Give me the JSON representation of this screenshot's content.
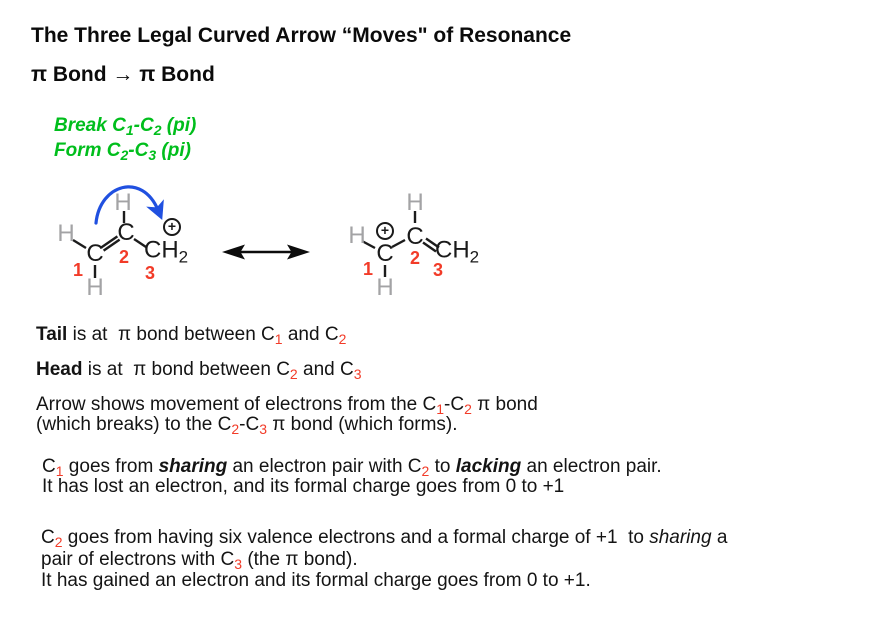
{
  "title": "The Three Legal Curved Arrow “Moves\" of Resonance",
  "subtitle": "π Bond → π Bond",
  "colors": {
    "green": "#00be1c",
    "red": "#f23b28",
    "blue": "#2050e0",
    "gray": "#a3a3a5",
    "black": "#1a1a1a"
  },
  "notes": {
    "break_line": [
      {
        "t": "Break C"
      },
      {
        "t": "1",
        "s": "sub"
      },
      {
        "t": "-C"
      },
      {
        "t": "2",
        "s": "sub"
      },
      {
        "t": " (pi)"
      }
    ],
    "form_line": [
      {
        "t": "Form C"
      },
      {
        "t": "2",
        "s": "sub"
      },
      {
        "t": "-C"
      },
      {
        "t": "3",
        "s": "sub"
      },
      {
        "t": " (pi)"
      }
    ]
  },
  "molecules": {
    "left": {
      "h_left": "H",
      "h_top": "H",
      "h_bottom": "H",
      "c1": "C",
      "c2": "C",
      "c3": "CH",
      "c3_sub": "2",
      "charge": "+",
      "num1": "1",
      "num2": "2",
      "num3": "3"
    },
    "right": {
      "h_left": "H",
      "h_top": "H",
      "h_bottom": "H",
      "c1": "C",
      "c2": "C",
      "c3": "CH",
      "c3_sub": "2",
      "charge": "+",
      "num1": "1",
      "num2": "2",
      "num3": "3"
    }
  },
  "body": {
    "tail_line": [
      {
        "t": "Tail",
        "s": "b"
      },
      {
        "t": " is at  π bond between C"
      },
      {
        "t": "1",
        "s": "rsub"
      },
      {
        "t": " and C"
      },
      {
        "t": "2",
        "s": "rsub"
      }
    ],
    "head_line": [
      {
        "t": "Head",
        "s": "b"
      },
      {
        "t": " is at  π bond between C"
      },
      {
        "t": "2",
        "s": "rsub"
      },
      {
        "t": " and C"
      },
      {
        "t": "3",
        "s": "rsub"
      }
    ],
    "arrow_para": [
      [
        {
          "t": "Arrow shows movement of electrons from the C"
        },
        {
          "t": "1",
          "s": "rsub"
        },
        {
          "t": "-C"
        },
        {
          "t": "2",
          "s": "rsub"
        },
        {
          "t": " π bond"
        }
      ],
      [
        {
          "t": "(which breaks) to the C"
        },
        {
          "t": "2",
          "s": "rsub"
        },
        {
          "t": "-C"
        },
        {
          "t": "3",
          "s": "rsub"
        },
        {
          "t": " π bond (which forms)."
        }
      ]
    ],
    "c1_para": [
      [
        {
          "t": "C"
        },
        {
          "t": "1",
          "s": "rsub"
        },
        {
          "t": " goes from "
        },
        {
          "t": "sharing",
          "s": "bi"
        },
        {
          "t": " an electron pair with C"
        },
        {
          "t": "2",
          "s": "rsub"
        },
        {
          "t": " to "
        },
        {
          "t": "lacking",
          "s": "bi"
        },
        {
          "t": " an electron pair."
        }
      ],
      [
        {
          "t": "It has lost an electron, and its formal charge goes from 0 to +1"
        }
      ]
    ],
    "c2_para": [
      [
        {
          "t": "C"
        },
        {
          "t": "2",
          "s": "rsub"
        },
        {
          "t": " goes from having six valence electrons and a formal charge of +1  to "
        },
        {
          "t": "sharing",
          "s": "i"
        },
        {
          "t": " a"
        }
      ],
      [
        {
          "t": "pair of electrons with C"
        },
        {
          "t": "3",
          "s": "rsub"
        },
        {
          "t": " (the π bond)."
        }
      ],
      [
        {
          "t": "It has gained an electron and its formal charge goes from 0 to +1."
        }
      ]
    ]
  }
}
